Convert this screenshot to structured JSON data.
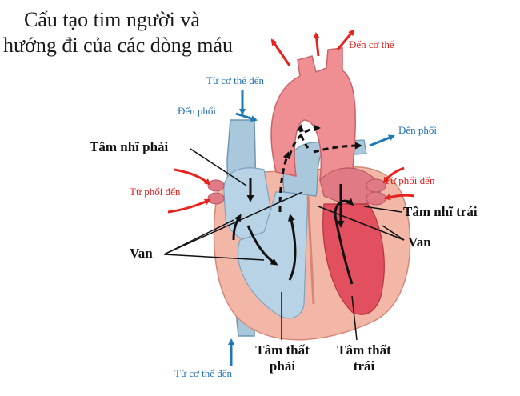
{
  "title": {
    "line1": "Cấu tạo tim người và",
    "line2": "hướng đi của các dòng máu"
  },
  "labels": {
    "tam_nhi_phai": "Tâm nhĩ phải",
    "van_left": "Van",
    "tam_nhi_trai": "Tâm nhĩ trái",
    "van_right": "Van",
    "tam_that_phai_1": "Tâm thất",
    "tam_that_phai_2": "phải",
    "tam_that_trai_1": "Tâm thất",
    "tam_that_trai_2": "trái"
  },
  "flow_labels": {
    "den_co_the": "Đến cơ thể",
    "tu_co_the_den_top": "Từ cơ thể đến",
    "den_phoi_left": "Đến phổi",
    "den_phoi_right": "Đến phổi",
    "tu_phoi_den_left": "Từ phổi đến",
    "tu_phoi_den_right": "Từ phổi đến",
    "tu_co_the_den_bottom": "Từ cơ thể đến"
  },
  "colors": {
    "oxygenated": "#e6231e",
    "deoxygenated": "#1e78b4",
    "label_text": "#111111"
  }
}
